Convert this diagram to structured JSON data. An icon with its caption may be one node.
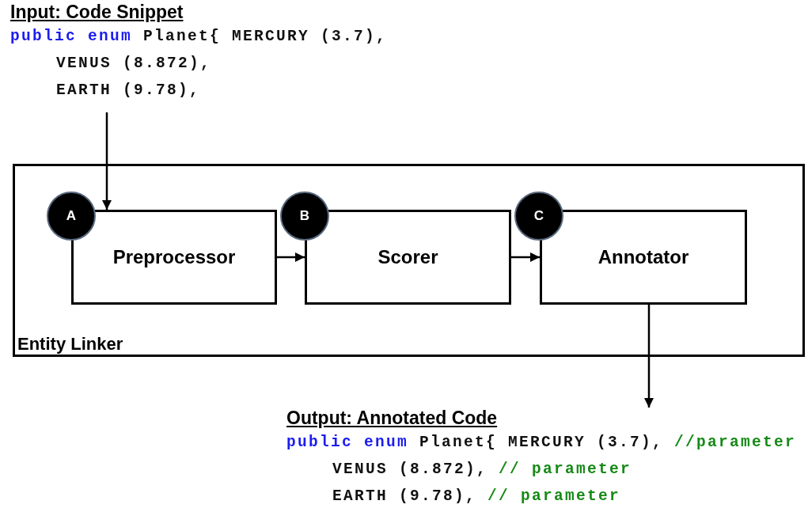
{
  "diagram": {
    "nodes": [
      {
        "text": [
          "Input: Code Snippet",
          "public enum Planet{ MERCURY (3.7),",
          "VENUS (8.872),",
          "EARTH (9.78),"
        ]
      },
      {
        "text": [
          "Entity Linker"
        ]
      },
      {
        "text": [
          "Preprocessor"
        ],
        "in": 1
      },
      {
        "text": [
          "Scorer"
        ],
        "in": 1
      },
      {
        "text": [
          "Annotator"
        ],
        "in": 1
      },
      {
        "text": [
          "A"
        ],
        "in": 1
      },
      {
        "text": [
          "B"
        ],
        "in": 1
      },
      {
        "text": [
          "C"
        ],
        "in": 1
      },
      {
        "text": [
          "Output: Annotated Code",
          "public enum Planet{ MERCURY (3.7), //parameter",
          "VENUS (8.872), // parameter",
          "EARTH (9.78), // parameter"
        ]
      }
    ],
    "edges": [
      {
        "from": 0,
        "to": 2,
        "arrow": "to"
      },
      {
        "from": 2,
        "to": 3,
        "arrow": "to"
      },
      {
        "from": 3,
        "to": 4,
        "arrow": "to"
      },
      {
        "from": 4,
        "to": 8,
        "arrow": "to"
      }
    ]
  }
}
